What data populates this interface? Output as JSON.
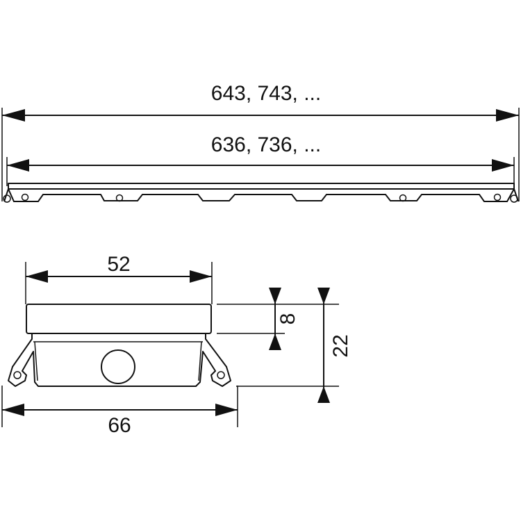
{
  "drawing": {
    "line_color": "#111111",
    "background": "#ffffff"
  },
  "top_view": {
    "outer_length_label": "643, 743, ...",
    "inner_length_label": "636, 736, ..."
  },
  "cross_section": {
    "top_width_label": "52",
    "bottom_width_label": "66",
    "cover_height_label": "8",
    "total_height_label": "22"
  }
}
